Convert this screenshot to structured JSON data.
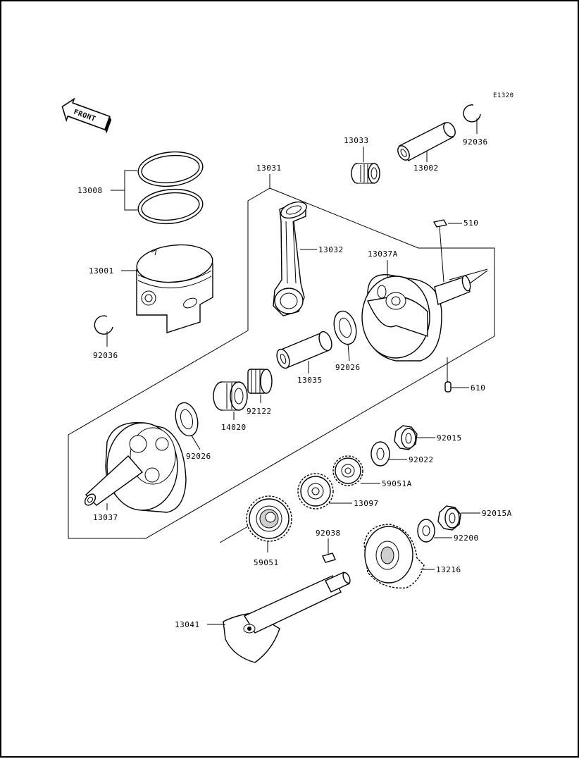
{
  "diagram_code": "E1320",
  "front_label": "FRONT",
  "parts": {
    "p13008": "13008",
    "p13001": "13001",
    "p92036a": "92036",
    "p13031": "13031",
    "p13033": "13033",
    "p13002": "13002",
    "p92036b": "92036",
    "p13032": "13032",
    "p13037A": "13037A",
    "p510": "510",
    "p610": "610",
    "p92026a": "92026",
    "p13035": "13035",
    "p92122": "92122",
    "p14020": "14020",
    "p92026b": "92026",
    "p13037": "13037",
    "p92015": "92015",
    "p92022": "92022",
    "p59051A": "59051A",
    "p13097": "13097",
    "p92015A": "92015A",
    "p92200": "92200",
    "p59051": "59051",
    "p92038": "92038",
    "p13216": "13216",
    "p13041": "13041"
  }
}
